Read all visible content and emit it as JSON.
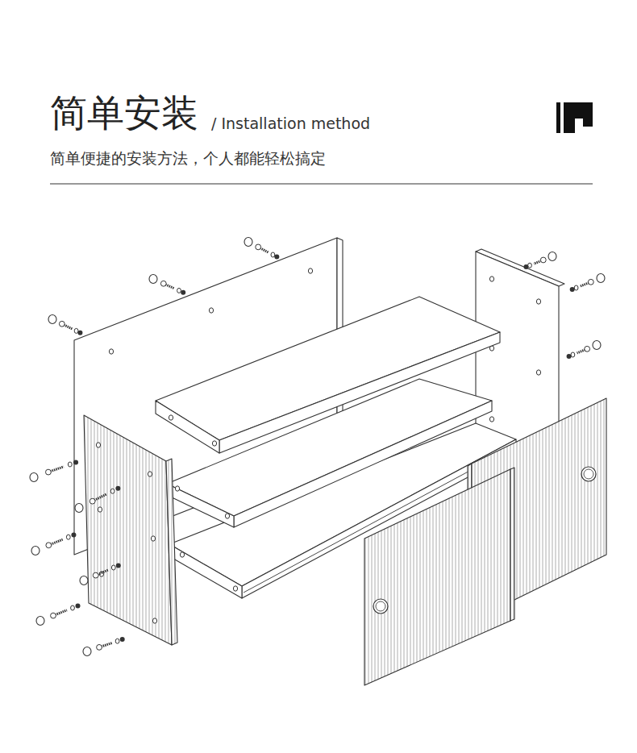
{
  "diagram": {
    "title": "简单安装",
    "labels": [
      "/ Installation method",
      "简单便捷的安装方法，个人都能轻松搞定"
    ]
  }
}
